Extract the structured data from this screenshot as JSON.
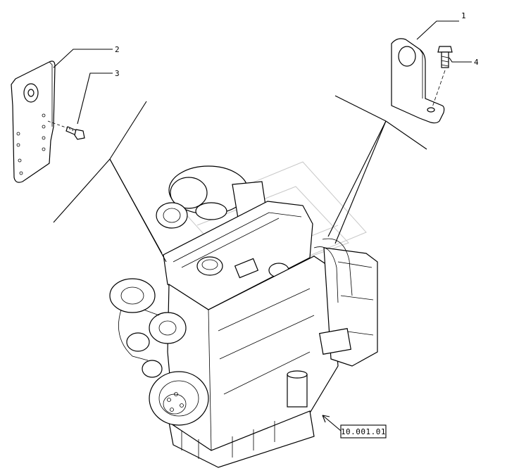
{
  "callouts": [
    {
      "number": "1"
    },
    {
      "number": "2"
    },
    {
      "number": "3"
    },
    {
      "number": "4"
    }
  ],
  "reference": {
    "code": "10.001.01"
  }
}
